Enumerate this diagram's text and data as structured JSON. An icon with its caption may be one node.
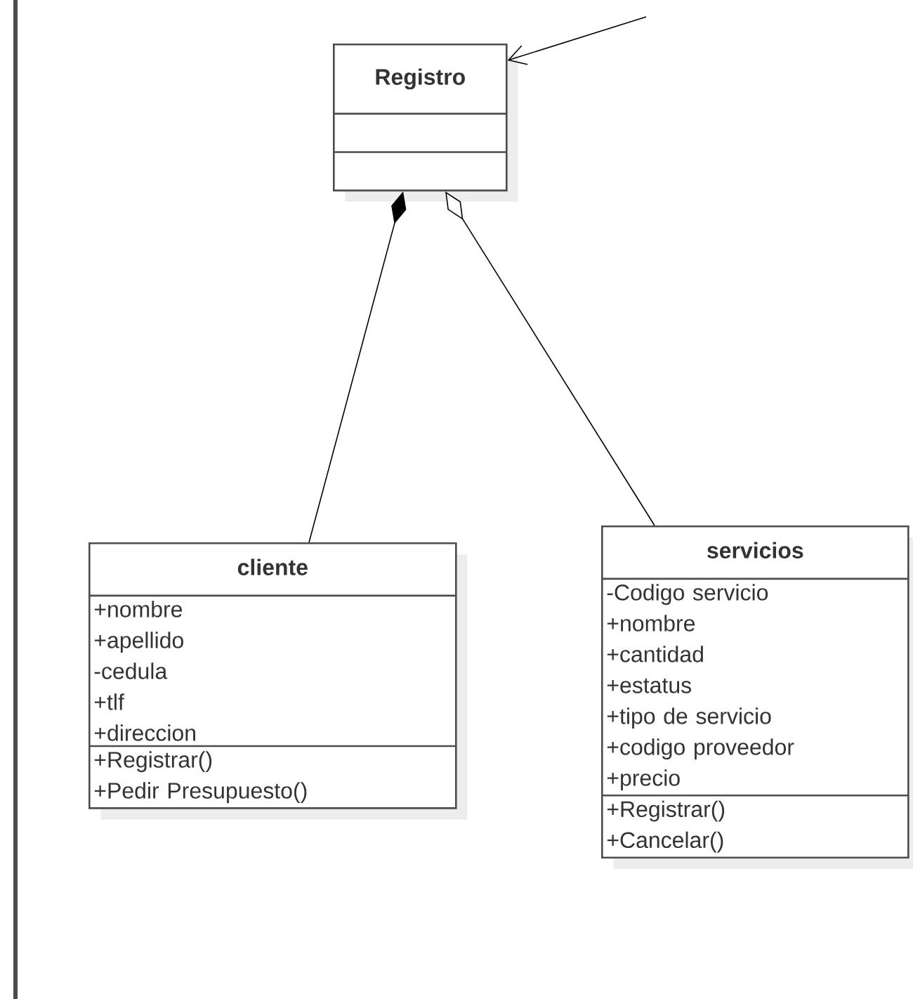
{
  "diagram": {
    "nodes": [
      {
        "text": [
          "Registro"
        ]
      },
      {
        "text": [
          "cliente",
          "+nombre",
          "+apellido",
          "-cedula",
          "+tlf",
          "+direccion",
          "+Registrar()",
          "+Pedir Presupuesto()"
        ]
      },
      {
        "text": [
          "servicios",
          "-Codigo servicio",
          "+nombre",
          "+cantidad",
          "+estatus",
          "+tipo de servicio",
          "+codigo proveedor",
          "+precio",
          "+Registrar()",
          "+Cancelar()"
        ]
      }
    ],
    "edges": [
      {
        "from": 1,
        "to": 0,
        "arrow": "other"
      },
      {
        "from": 2,
        "to": 0,
        "arrow": "other"
      },
      {
        "from": null,
        "to": 0,
        "arrow": "to"
      }
    ]
  }
}
